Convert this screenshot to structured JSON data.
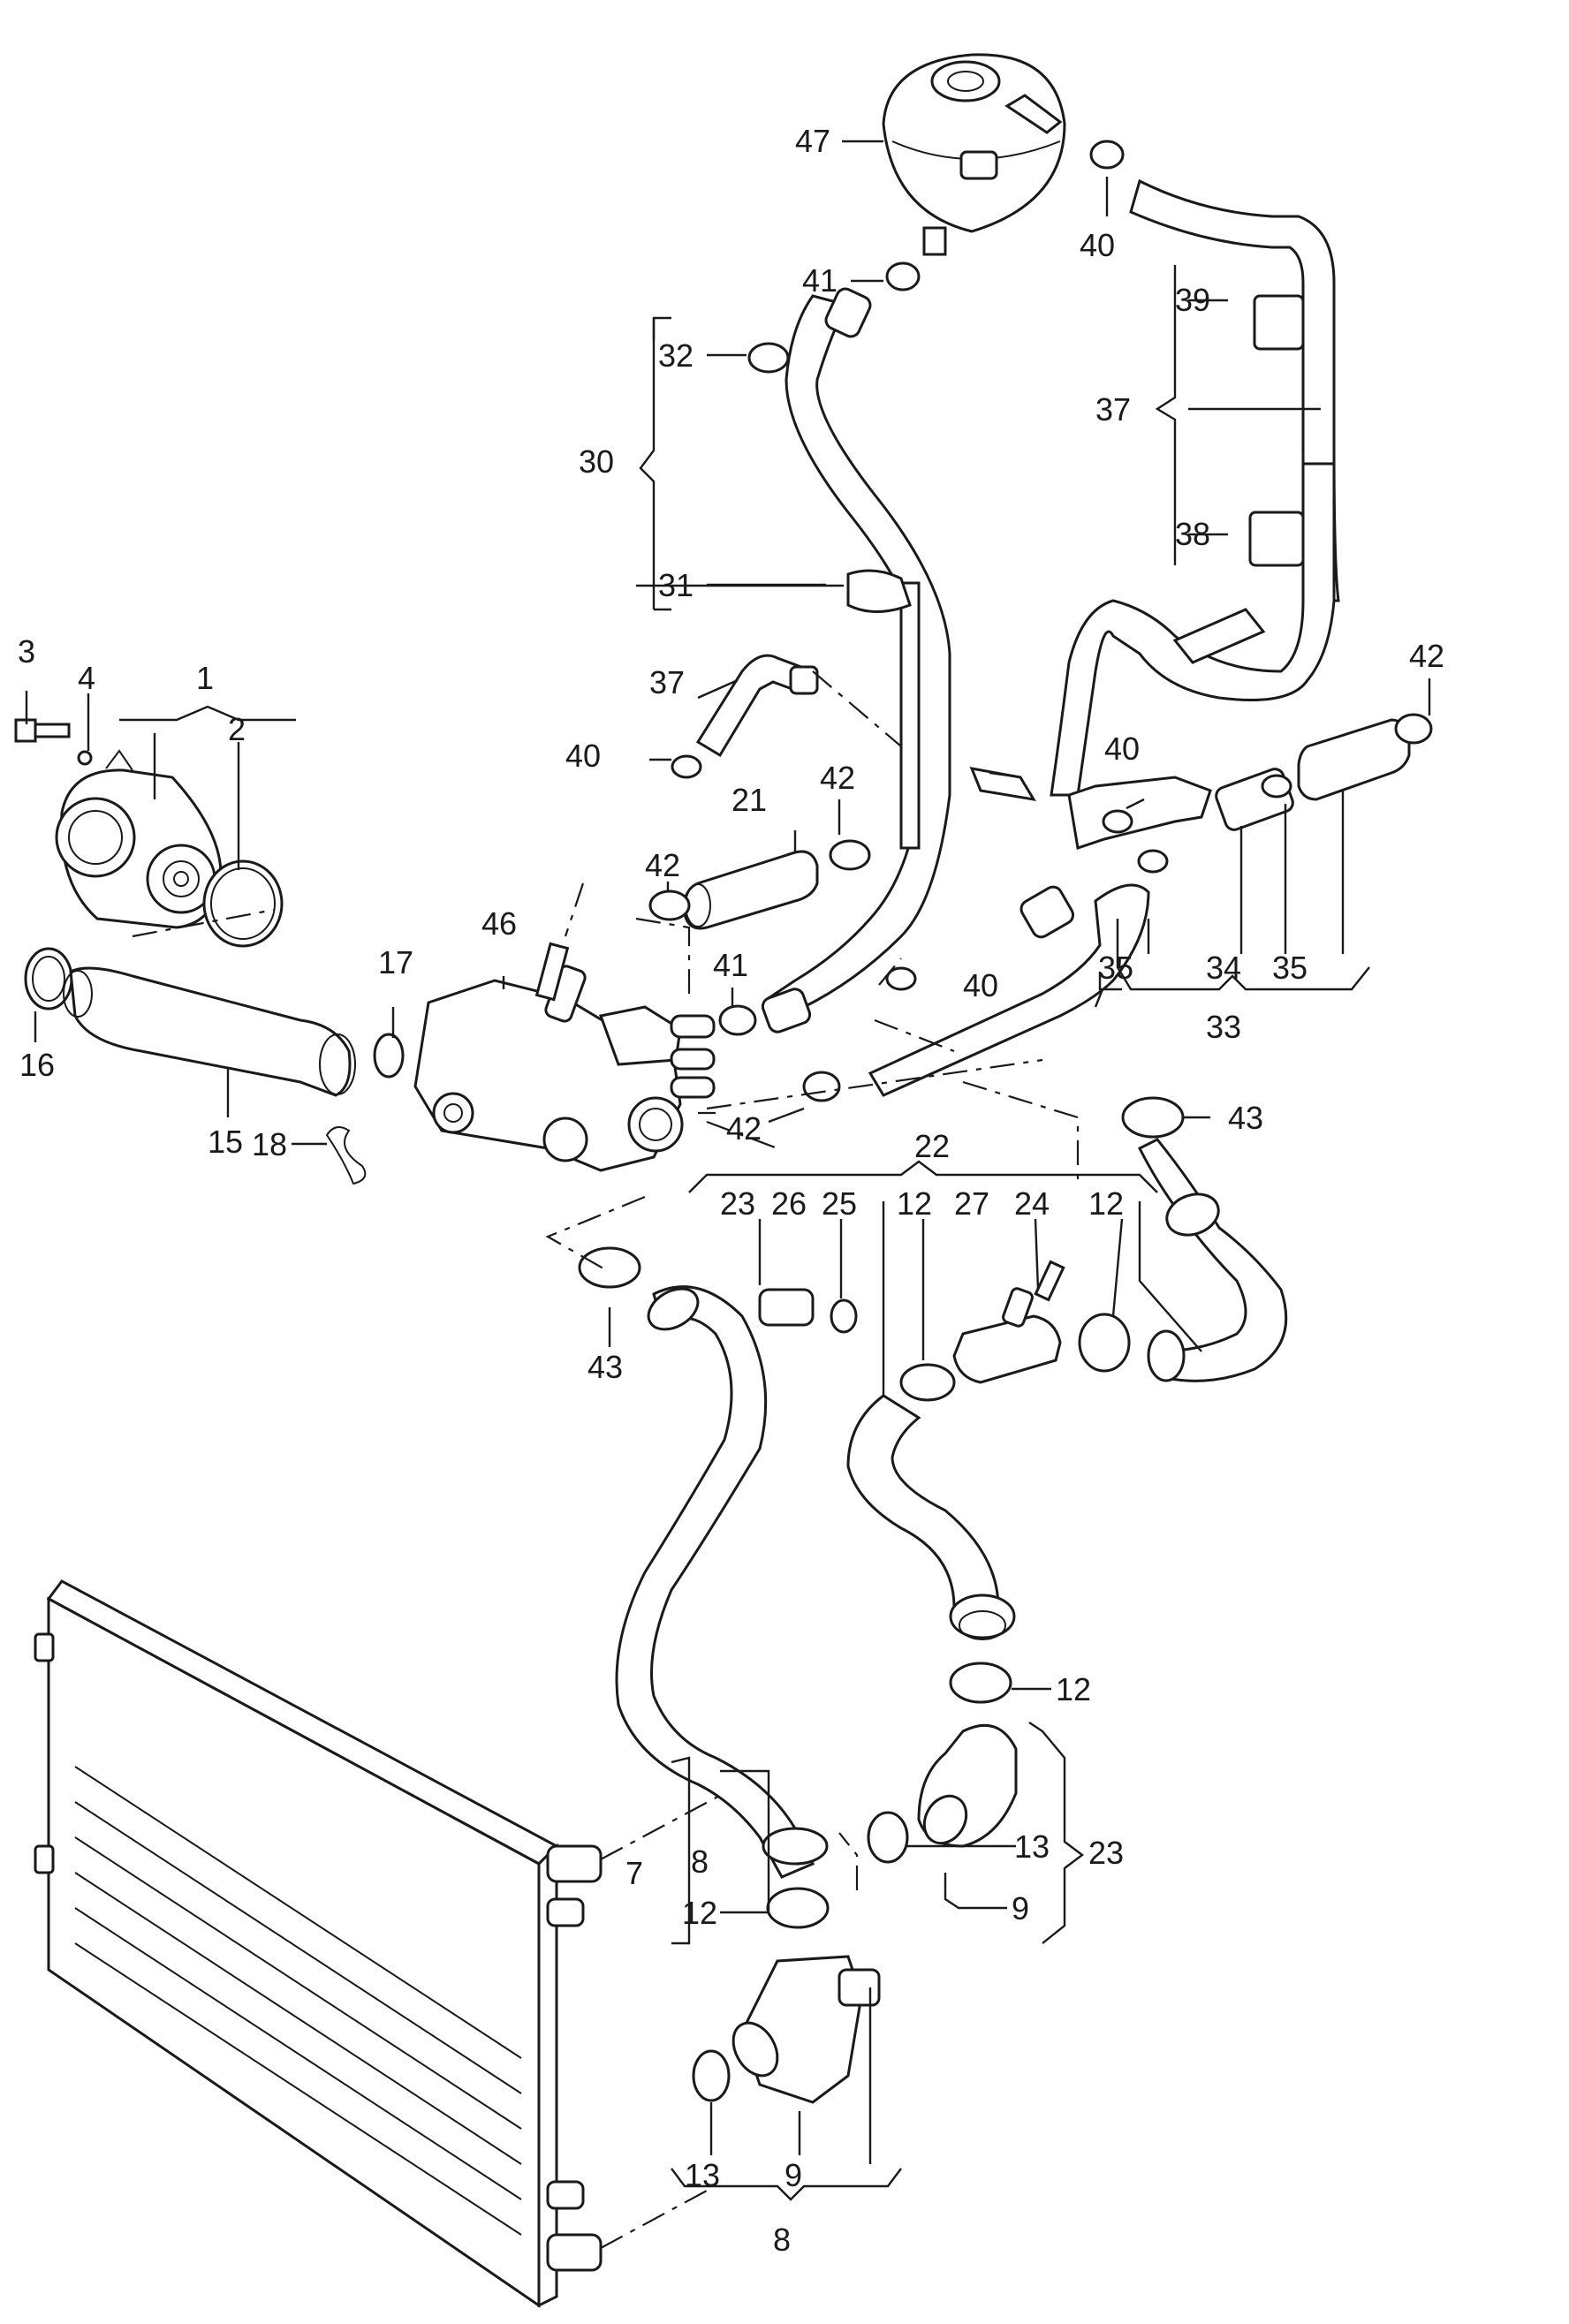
{
  "callouts": [
    {
      "id": "c47",
      "text": "47"
    },
    {
      "id": "c40a",
      "text": "40"
    },
    {
      "id": "c41a",
      "text": "41"
    },
    {
      "id": "c32",
      "text": "32"
    },
    {
      "id": "c30",
      "text": "30"
    },
    {
      "id": "c31",
      "text": "31"
    },
    {
      "id": "c39",
      "text": "39"
    },
    {
      "id": "c37a",
      "text": "37"
    },
    {
      "id": "c38",
      "text": "38"
    },
    {
      "id": "c42a",
      "text": "42"
    },
    {
      "id": "c3",
      "text": "3"
    },
    {
      "id": "c4",
      "text": "4"
    },
    {
      "id": "c1",
      "text": "1"
    },
    {
      "id": "c2",
      "text": "2"
    },
    {
      "id": "c37b",
      "text": "37"
    },
    {
      "id": "c40b",
      "text": "40"
    },
    {
      "id": "c21",
      "text": "21"
    },
    {
      "id": "c42b",
      "text": "42"
    },
    {
      "id": "c42c",
      "text": "42"
    },
    {
      "id": "c40c",
      "text": "40"
    },
    {
      "id": "c46",
      "text": "46"
    },
    {
      "id": "c17",
      "text": "17"
    },
    {
      "id": "c41b",
      "text": "41"
    },
    {
      "id": "c40d",
      "text": "40"
    },
    {
      "id": "c35a",
      "text": "35"
    },
    {
      "id": "c34",
      "text": "34"
    },
    {
      "id": "c35b",
      "text": "35"
    },
    {
      "id": "c33",
      "text": "33"
    },
    {
      "id": "c16",
      "text": "16"
    },
    {
      "id": "c15",
      "text": "15"
    },
    {
      "id": "c18",
      "text": "18"
    },
    {
      "id": "c42d",
      "text": "42"
    },
    {
      "id": "c43a",
      "text": "43"
    },
    {
      "id": "c22",
      "text": "22"
    },
    {
      "id": "c23a",
      "text": "23"
    },
    {
      "id": "c26",
      "text": "26"
    },
    {
      "id": "c25",
      "text": "25"
    },
    {
      "id": "c12a",
      "text": "12"
    },
    {
      "id": "c27",
      "text": "27"
    },
    {
      "id": "c24",
      "text": "24"
    },
    {
      "id": "c12b",
      "text": "12"
    },
    {
      "id": "c43b",
      "text": "43"
    },
    {
      "id": "c12c",
      "text": "12"
    },
    {
      "id": "c23b",
      "text": "23"
    },
    {
      "id": "c8a",
      "text": "8"
    },
    {
      "id": "c7",
      "text": "7"
    },
    {
      "id": "c13a",
      "text": "13"
    },
    {
      "id": "c12d",
      "text": "12"
    },
    {
      "id": "c9a",
      "text": "9"
    },
    {
      "id": "c13b",
      "text": "13"
    },
    {
      "id": "c9b",
      "text": "9"
    },
    {
      "id": "c8b",
      "text": "8"
    }
  ]
}
